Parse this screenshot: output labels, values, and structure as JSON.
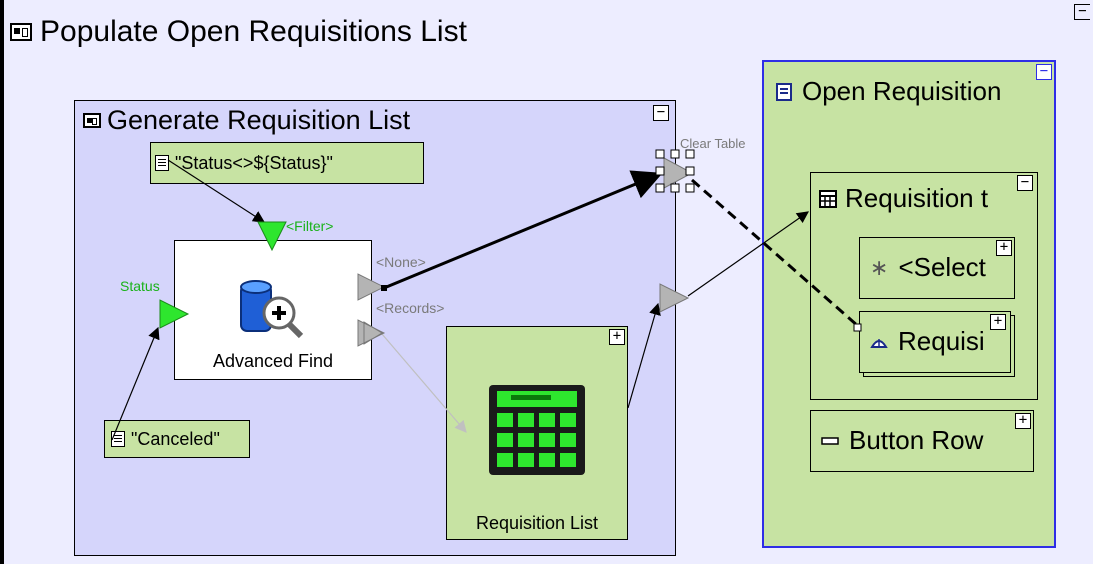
{
  "title": "Populate Open Requisitions List",
  "generate": {
    "title": "Generate Requisition List",
    "toggle": "−"
  },
  "filter_value": "\"Status<>${Status}\"",
  "canceled_value": "\"Canceled\"",
  "advanced_find": {
    "label": "Advanced Find",
    "port_filter": "<Filter>",
    "port_status": "Status",
    "port_none": "<None>",
    "port_records": "<Records>"
  },
  "clear_table": "Clear Table",
  "requisition_list": {
    "label": "Requisition List",
    "toggle": "+"
  },
  "open_requisitions": {
    "title": "Open Requisition",
    "toggle": "−",
    "table": {
      "title": "Requisition t",
      "toggle": "−"
    },
    "select": {
      "label": "<Select",
      "toggle": "+"
    },
    "requisition": {
      "label": "Requisi",
      "toggle": "+"
    },
    "button_row": {
      "label": "Button Row",
      "toggle": "+"
    }
  },
  "top_right_toggle": "−",
  "colors": {
    "canvas": "#ededff",
    "container": "#d5d5fb",
    "node_green": "#c7e3a3",
    "port_green": "#2ee62e",
    "port_gray": "#b4b4b4",
    "selected_border": "#2e2ee6"
  }
}
